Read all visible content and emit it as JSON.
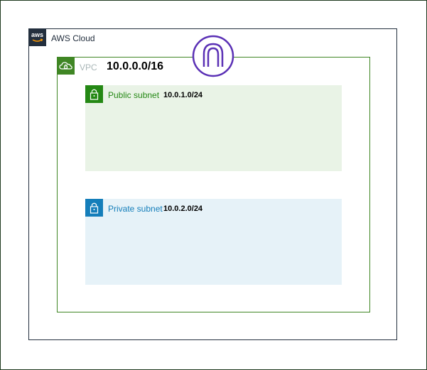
{
  "aws_cloud": {
    "label": "AWS Cloud",
    "logo_text": "aws",
    "border_color": "#232f3e"
  },
  "vpc": {
    "label": "VPC",
    "cidr": "10.0.0.0/16",
    "accent_color": "#3f8624"
  },
  "internet_gateway": {
    "icon": "internet-gateway-icon",
    "color": "#5a30b5"
  },
  "subnets": [
    {
      "label": "Public subnet",
      "cidr": "10.0.1.0/24",
      "accent_color": "#248814",
      "fill_color": "#e9f3e6",
      "icon": "lock-icon"
    },
    {
      "label": "Private subnet",
      "cidr": "10.0.2.0/24",
      "accent_color": "#147eba",
      "fill_color": "#e6f2f8",
      "icon": "lock-icon"
    }
  ]
}
